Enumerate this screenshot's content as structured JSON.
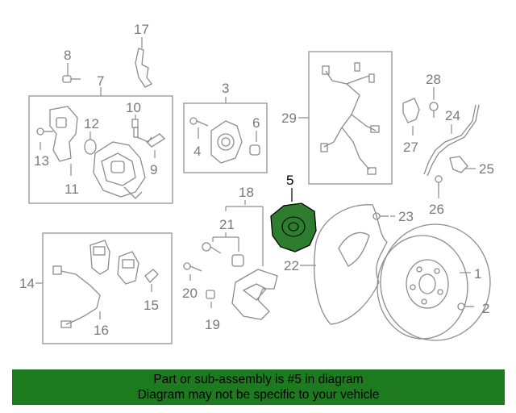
{
  "diagram": {
    "callouts": {
      "c1": "1",
      "c2": "2",
      "c3": "3",
      "c4": "4",
      "c5": "5",
      "c6": "6",
      "c7": "7",
      "c8": "8",
      "c9": "9",
      "c10": "10",
      "c11": "11",
      "c12": "12",
      "c13": "13",
      "c14": "14",
      "c15": "15",
      "c16": "16",
      "c17": "17",
      "c18": "18",
      "c19": "19",
      "c20": "20",
      "c21": "21",
      "c22": "22",
      "c23": "23",
      "c24": "24",
      "c25": "25",
      "c26": "26",
      "c27": "27",
      "c28": "28",
      "c29": "29"
    },
    "highlight_part": "5",
    "highlight_color": "#2e7d2e"
  },
  "banner": {
    "line1": "Part or sub-assembly is #5 in diagram",
    "line2": "Diagram may not be specific to your vehicle",
    "color": "#1e7a1e"
  }
}
